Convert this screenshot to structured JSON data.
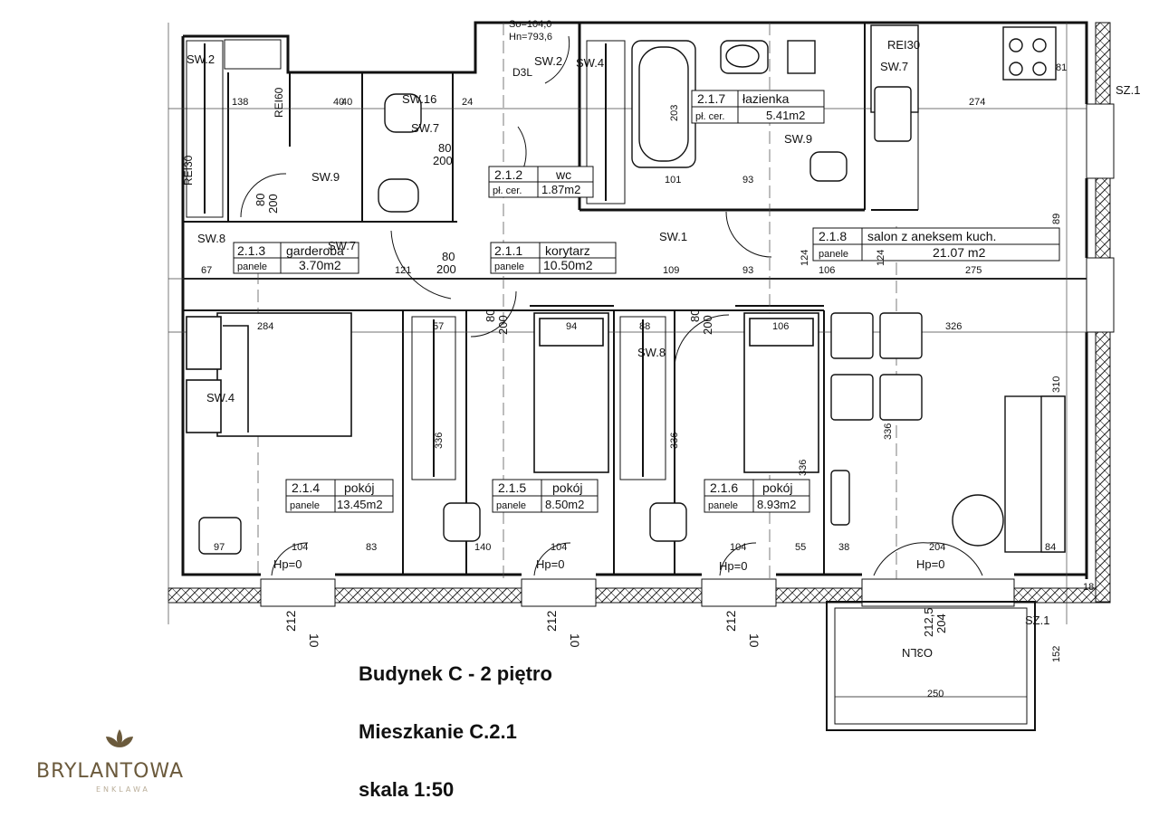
{
  "captions": {
    "building": "Budynek C - 2 piętro",
    "apartment": "Mieszkanie C.2.1",
    "scale": "skala 1:50"
  },
  "logo": {
    "wordmark": "BRYLANTOWA",
    "subtitle": "ENKLAWA",
    "color": "#6b5a3c"
  },
  "rooms": [
    {
      "id": "2.1.1",
      "name": "korytarz",
      "floor": "panele",
      "area": "10.50m2"
    },
    {
      "id": "2.1.2",
      "name": "wc",
      "floor": "pł. cer.",
      "area": "1.87m2"
    },
    {
      "id": "2.1.3",
      "name": "garderoba",
      "floor": "panele",
      "area": "3.70m2"
    },
    {
      "id": "2.1.4",
      "name": "pokój",
      "floor": "panele",
      "area": "13.45m2"
    },
    {
      "id": "2.1.5",
      "name": "pokój",
      "floor": "panele",
      "area": "8.50m2"
    },
    {
      "id": "2.1.6",
      "name": "pokój",
      "floor": "panele",
      "area": "8.93m2"
    },
    {
      "id": "2.1.7",
      "name": "łazienka",
      "floor": "pł. cer.",
      "area": "5.41m2"
    },
    {
      "id": "2.1.8",
      "name": "salon z aneksem kuch.",
      "floor": "panele",
      "area": "21.07 m2"
    }
  ],
  "wall_tags": {
    "sw2": "SW.2",
    "sw2b": "SW.2",
    "sw4a": "SW.4",
    "sw4b": "SW.4",
    "sw16": "SW.16",
    "sw7a": "SW.7",
    "sw7b": "SW.7",
    "sw7c": "SW.7",
    "sw9a": "SW.9",
    "sw9b": "SW.9",
    "sw8a": "SW.8",
    "sw8b": "SW.8",
    "sw1": "SW.1",
    "hp1": "Hp=0",
    "hp2": "Hp=0",
    "hp3": "Hp=0",
    "hp4": "Hp=0",
    "sz1": "SZ.1",
    "sz1b": "SZ.1",
    "rei60": "REI60",
    "rei30a": "REI30",
    "rei30b": "REI30",
    "d3l": "D3L",
    "o3ln": "O3LN",
    "so": "So=104,0",
    "hn": "Hn=793,6"
  },
  "dimensions": {
    "d284": "284",
    "d326": "326",
    "d336a": "336",
    "d336b": "336",
    "d336c": "336",
    "d336d": "336",
    "d94": "94",
    "d106a": "106",
    "d106b": "106",
    "d57": "57",
    "d88": "88",
    "d97": "97",
    "d104a": "104",
    "d104b": "104",
    "d104c": "104",
    "d83": "83",
    "d140": "140",
    "d55": "55",
    "d38": "38",
    "d204a": "204",
    "d204b": "204",
    "d84": "84",
    "d274": "274",
    "d275": "275",
    "d203": "203",
    "d101": "101",
    "d93a": "93",
    "d93b": "93",
    "d109": "109",
    "d121": "121",
    "d67": "67",
    "d138": "138",
    "d310": "310",
    "d89": "89",
    "d250": "250",
    "d152": "152",
    "d2125": "212,5",
    "d80a": "80",
    "d200a": "200",
    "d80b": "80",
    "d200b": "200",
    "d80c": "80",
    "d200c": "200",
    "d80d": "80",
    "d200d": "200",
    "d80e": "80",
    "d200e": "200",
    "d212a": "212",
    "d212b": "212",
    "d212c": "212",
    "d10a": "10",
    "d10b": "10",
    "d10c": "10",
    "d18": "18",
    "d81": "81",
    "d124a": "124",
    "d124b": "124",
    "d40a": "40",
    "d40b": "40",
    "d24": "24"
  }
}
